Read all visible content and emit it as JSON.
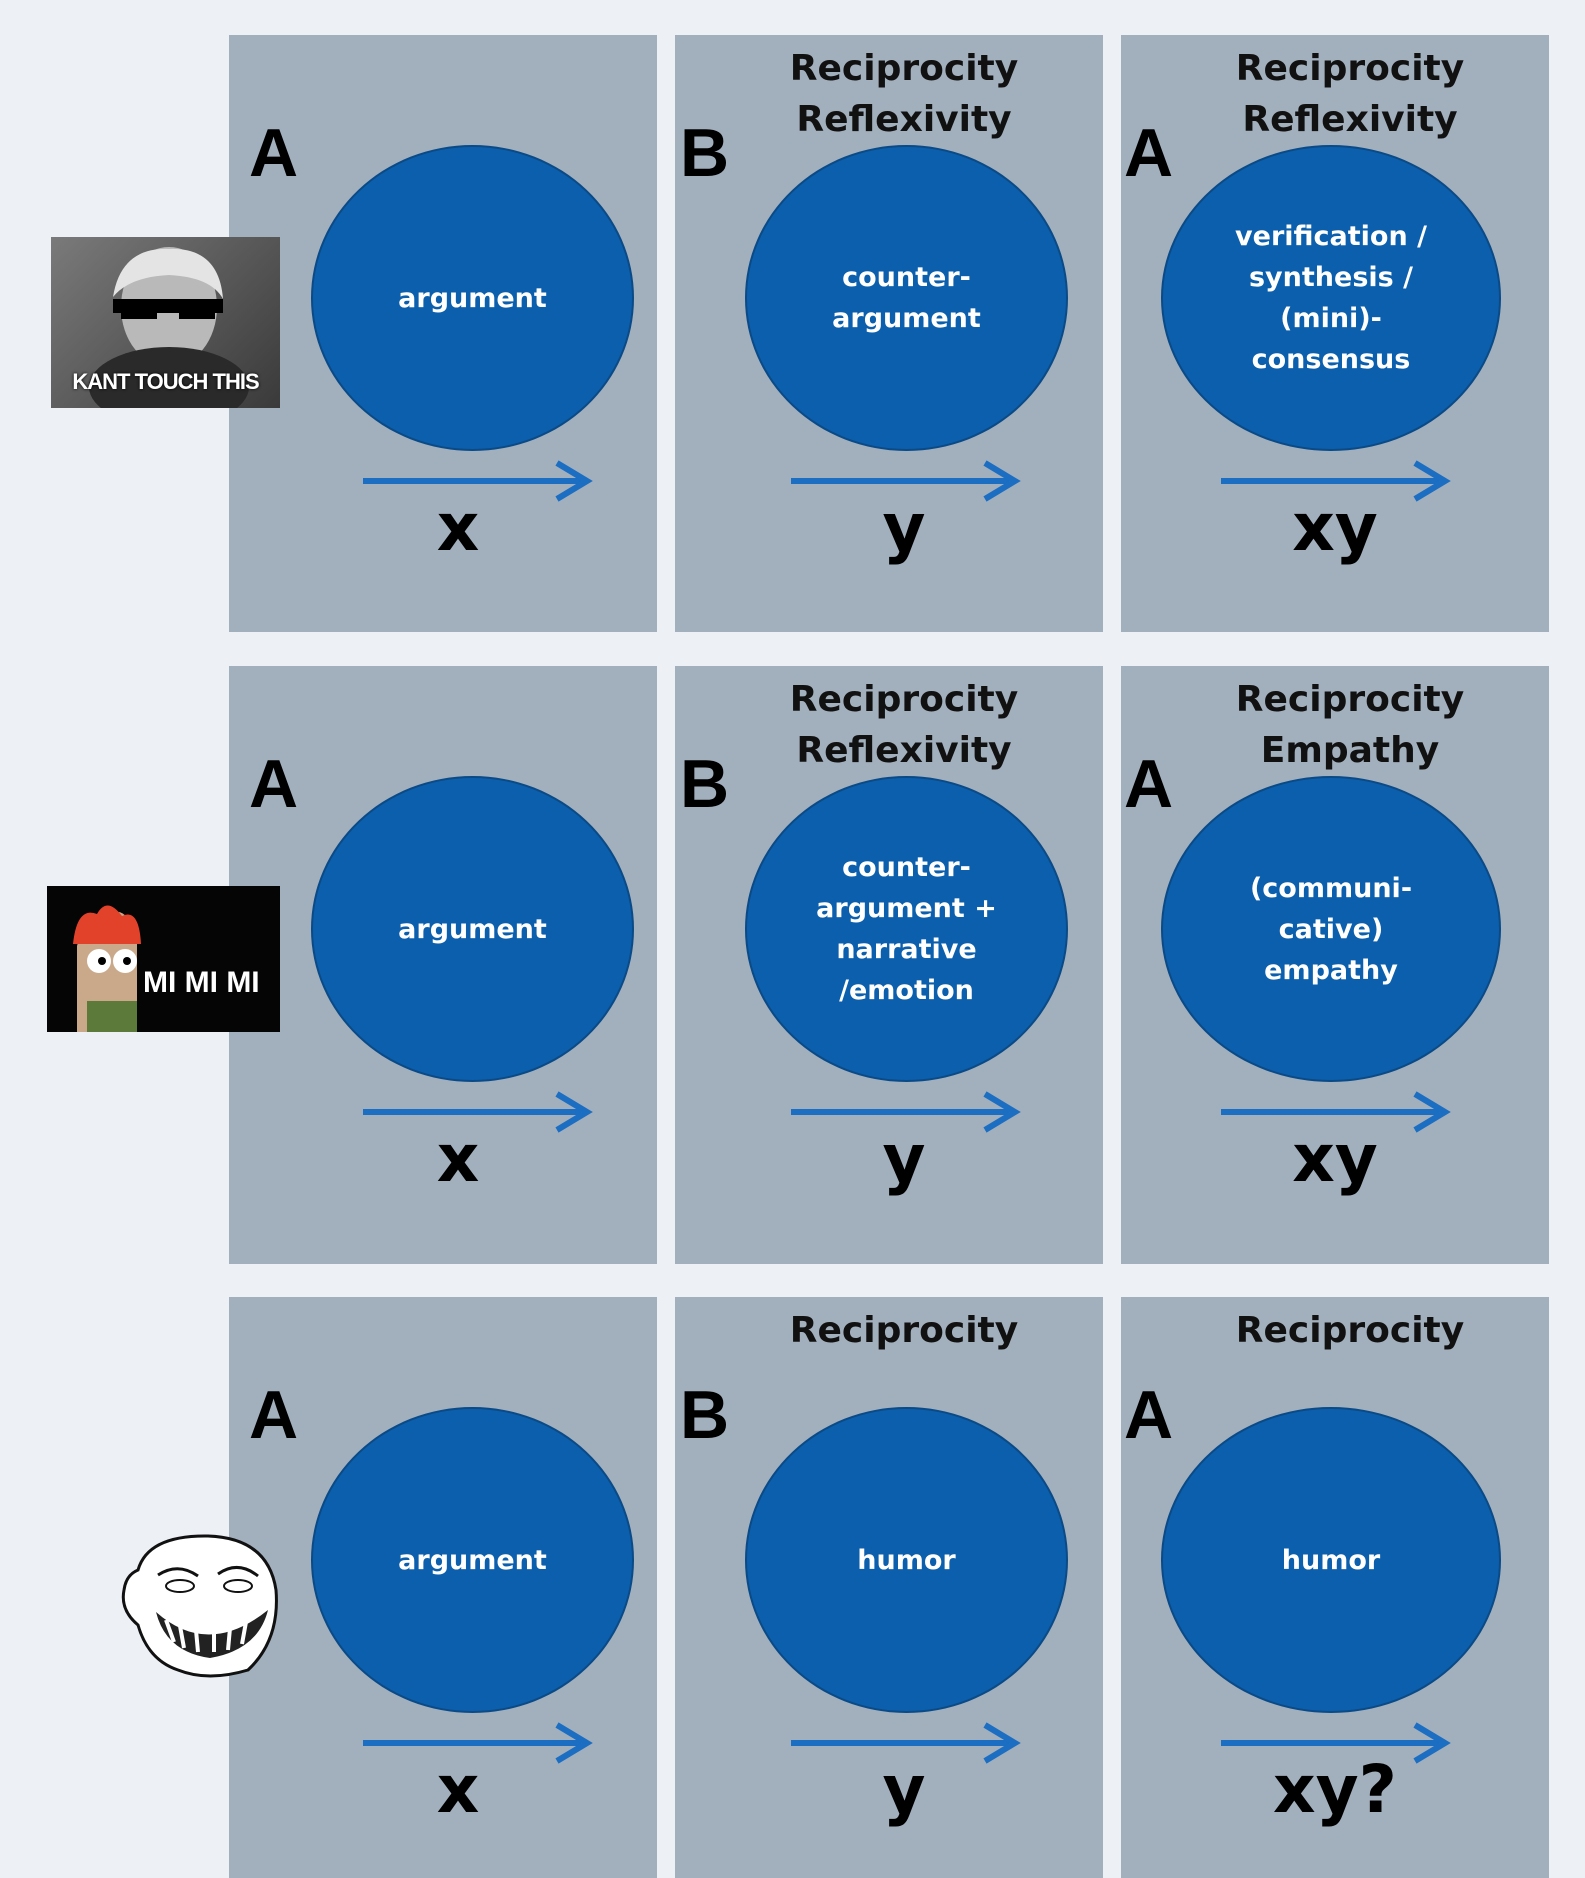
{
  "rows": [
    {
      "meme": {
        "caption": "KANT TOUCH THIS"
      },
      "panels": [
        {
          "heading": [],
          "letter": "A",
          "circle": "argument",
          "variable": "x"
        },
        {
          "heading": [
            "Reciprocity",
            "Reflexivity"
          ],
          "letter": "B",
          "circle": "counter-\nargument",
          "variable": "y"
        },
        {
          "heading": [
            "Reciprocity",
            "Reflexivity"
          ],
          "letter": "A",
          "circle": "verification /\nsynthesis /\n(mini)-\nconsensus",
          "variable": "xy"
        }
      ]
    },
    {
      "meme": {
        "caption": "MI MI MI"
      },
      "panels": [
        {
          "heading": [],
          "letter": "A",
          "circle": "argument",
          "variable": "x"
        },
        {
          "heading": [
            "Reciprocity",
            "Reflexivity"
          ],
          "letter": "B",
          "circle": "counter-\nargument +\nnarrative\n/emotion",
          "variable": "y"
        },
        {
          "heading": [
            "Reciprocity",
            "Empathy"
          ],
          "letter": "A",
          "circle": "(communi-\ncative)\nempathy",
          "variable": "xy"
        }
      ]
    },
    {
      "meme": {
        "caption": ""
      },
      "panels": [
        {
          "heading": [],
          "letter": "A",
          "circle": "argument",
          "variable": "x"
        },
        {
          "heading": [
            "Reciprocity"
          ],
          "letter": "B",
          "circle": "humor",
          "variable": "y"
        },
        {
          "heading": [
            "Reciprocity"
          ],
          "letter": "A",
          "circle": "humor",
          "variable": "xy?"
        }
      ]
    }
  ],
  "colors": {
    "panel": "#a2afbd",
    "circle": "#0b5fac",
    "arrow": "#1b6ec2",
    "background": "#edf0f5"
  }
}
